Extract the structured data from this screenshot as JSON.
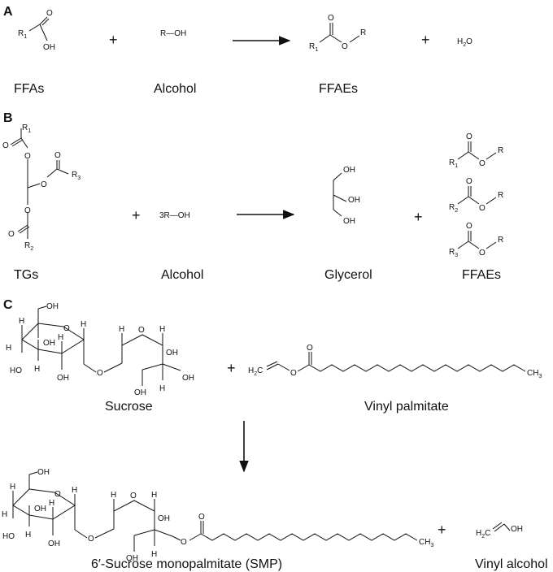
{
  "sections": {
    "a": {
      "tag": "A",
      "plus": "+",
      "labels": {
        "ffas": "FFAs",
        "alcohol": "Alcohol",
        "ffaes": "FFAEs"
      },
      "atoms": {
        "r1": "R",
        "r1_sub": "1",
        "oh": "OH",
        "o": "O",
        "r": "R",
        "roh": "R—OH",
        "prod_o": "O",
        "prod_r1": "R",
        "prod_r1_sub": "1",
        "prod_o2": "O",
        "prod_r": "R",
        "water": "H",
        "water_sub": "2",
        "water_o": "O"
      }
    },
    "b": {
      "tag": "B",
      "plus": "+",
      "labels": {
        "tgs": "TGs",
        "alcohol": "Alcohol",
        "glycerol": "Glycerol",
        "ffaes": "FFAEs"
      },
      "atoms": {
        "r1": "R",
        "r1_sub": "1",
        "r3": "R",
        "r3_sub": "3",
        "r2": "R",
        "r2_sub": "2",
        "o": "O",
        "roh": "3R—OH",
        "oh": "OH",
        "e_r1": "R",
        "e_r1_sub": "1",
        "e_r2": "R",
        "e_r2_sub": "2",
        "e_r3": "R",
        "e_r3_sub": "3",
        "e_r": "R"
      }
    },
    "c": {
      "tag": "C",
      "plus": "+",
      "labels": {
        "sucrose": "Sucrose",
        "vinyl_palmitate": "Vinyl palmitate",
        "smp": "6′-Sucrose monopalmitate (SMP)",
        "vinyl_alcohol": "Vinyl alcohol"
      },
      "atoms": {
        "oh": "OH",
        "ho": "HO",
        "h": "H",
        "o": "O",
        "h2c": "H",
        "h2c_sub": "2",
        "h2c_c": "C",
        "ch": "CH",
        "ch_sub": "3"
      }
    }
  }
}
